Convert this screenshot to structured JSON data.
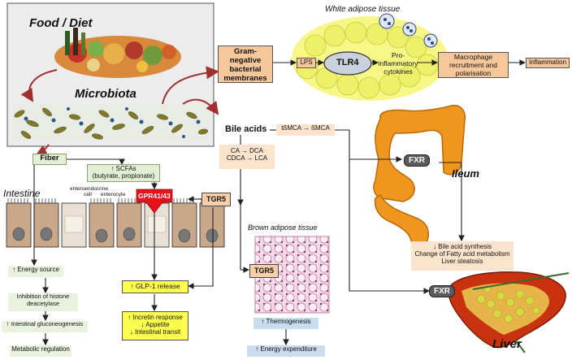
{
  "food_diet": "Food / Diet",
  "microbiota": "Microbiota",
  "white_adipose_tissue": "White adipose tissue",
  "gram_negative": "Gram-negative bacterial membranes",
  "lps": "LPS",
  "tlr4": "TLR4",
  "pro_inflammatory": "Pro-inflammatory cytokines",
  "macrophage": "Macrophage recruitment and polarisation",
  "inflammation": "Inflammation",
  "bile_acids": "Bile acids",
  "tbmca": "tßMCA → ßMCA",
  "ca_dca": "CA → DCA",
  "cdca_lca": "CDCA → LCA",
  "fiber": "Fiber",
  "scfas_line1": "↑ SCFAs",
  "scfas_line2": "(butyrate, propionate)",
  "intestine": "Intestine",
  "enteroendocrine": "enteroendocrine cell",
  "enterocyte": "enterocyte",
  "gpr": "GPR41/43",
  "tgr5": "TGR5",
  "fxr": "FXR",
  "ileum": "Ileum",
  "brown_adipose_tissue": "Brown adipose tissue",
  "liver_effects": [
    "↓ Bile acid synthesis",
    "Change of Fatty acid metabolism",
    "Liver steatosis"
  ],
  "energy_source": "↑ Energy source",
  "histone": "Inhibition of histone deacetylase",
  "gluconeogenesis": "↑ Intestinal gluconeogenesis",
  "metabolic": "Metabolic regulation",
  "glp1": "↑ GLP-1 release",
  "glp1_effects": [
    "↑ Incretin response",
    "↓ Appetite",
    "↓ Intestinal transit"
  ],
  "thermogenesis": "↑ Thermogenesis",
  "energy_expenditure": "↑ Energy expenditure",
  "liver": "Liver",
  "colors": {
    "peach": "#f6c79b",
    "green": "#e2efd4",
    "yellow": "#ffff4d",
    "gpr_red": "#e8101a",
    "blue": "#c9dcf0",
    "ileum_orange": "#f0961e",
    "liver_red": "#c9320f",
    "arrow_red": "#a03030"
  }
}
